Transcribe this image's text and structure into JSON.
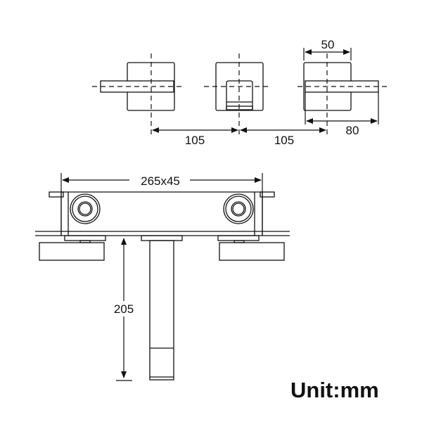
{
  "drawing": {
    "top_view": {
      "dimensions": {
        "spacing_left": "105",
        "spacing_right": "105",
        "plate_width": "50",
        "handle_length": "80"
      }
    },
    "front_view": {
      "dimensions": {
        "body_size": "265x45",
        "spout_length": "205"
      }
    },
    "unit_label": "Unit:mm"
  }
}
